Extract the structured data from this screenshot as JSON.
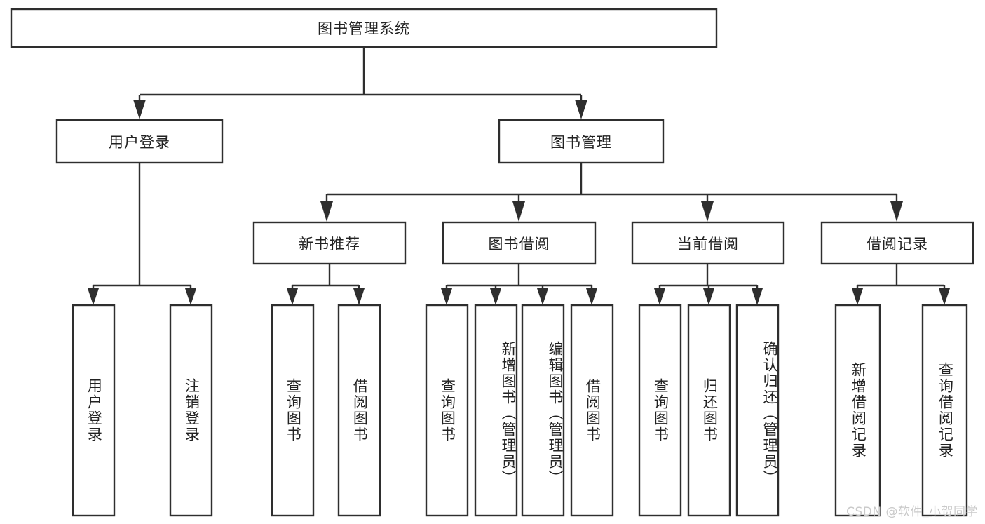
{
  "diagram": {
    "title": "图书管理系统",
    "watermark": "CSDN @软件_小贺同学",
    "colors": {
      "box_stroke": "#2e2e2e",
      "box_fill": "#ffffff",
      "text": "#222222",
      "watermark": "#c9c9c9",
      "background": "#ffffff"
    },
    "root": {
      "label": "图书管理系统"
    },
    "level2": [
      {
        "label": "用户登录"
      },
      {
        "label": "图书管理"
      }
    ],
    "level3": [
      {
        "label": "新书推荐"
      },
      {
        "label": "图书借阅"
      },
      {
        "label": "当前借阅"
      },
      {
        "label": "借阅记录"
      }
    ],
    "leaves": {
      "user_login": [
        {
          "label": "用户登录"
        },
        {
          "label": "注销登录"
        }
      ],
      "new_book_recommend": [
        {
          "label": "查询图书"
        },
        {
          "label": "借阅图书"
        }
      ],
      "book_borrow": [
        {
          "label": "查询图书"
        },
        {
          "label": "新增图书（管理员）"
        },
        {
          "label": "编辑图书（管理员）"
        },
        {
          "label": "借阅图书"
        }
      ],
      "current_borrow": [
        {
          "label": "查询图书"
        },
        {
          "label": "归还图书"
        },
        {
          "label": "确认归还（管理员）"
        }
      ],
      "borrow_record": [
        {
          "label": "新增借阅记录"
        },
        {
          "label": "查询借阅记录"
        }
      ]
    }
  }
}
